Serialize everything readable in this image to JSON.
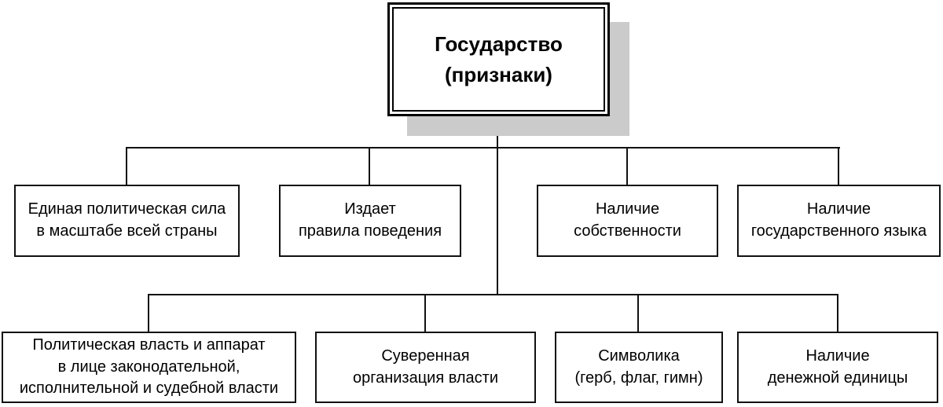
{
  "colors": {
    "background": "#ffffff",
    "border": "#000000",
    "line": "#111111",
    "shadow": "#cbcbcb",
    "text": "#000000"
  },
  "nodes": {
    "root": {
      "label": "Государство\n(признаки)"
    },
    "row1": [
      {
        "label": "Единая политическая сила\nв масштабе всей страны"
      },
      {
        "label": "Издает\nправила поведения"
      },
      {
        "label": "Наличие\nсобственности"
      },
      {
        "label": "Наличие\nгосударственного языка"
      }
    ],
    "row2": [
      {
        "label": "Политическая власть и аппарат\nв лице законодательной,\nисполнительной и судебной власти"
      },
      {
        "label": "Суверенная\nорганизация власти"
      },
      {
        "label": "Символика\n(герб, флаг, гимн)"
      },
      {
        "label": "Наличие\nденежной единицы"
      }
    ]
  }
}
